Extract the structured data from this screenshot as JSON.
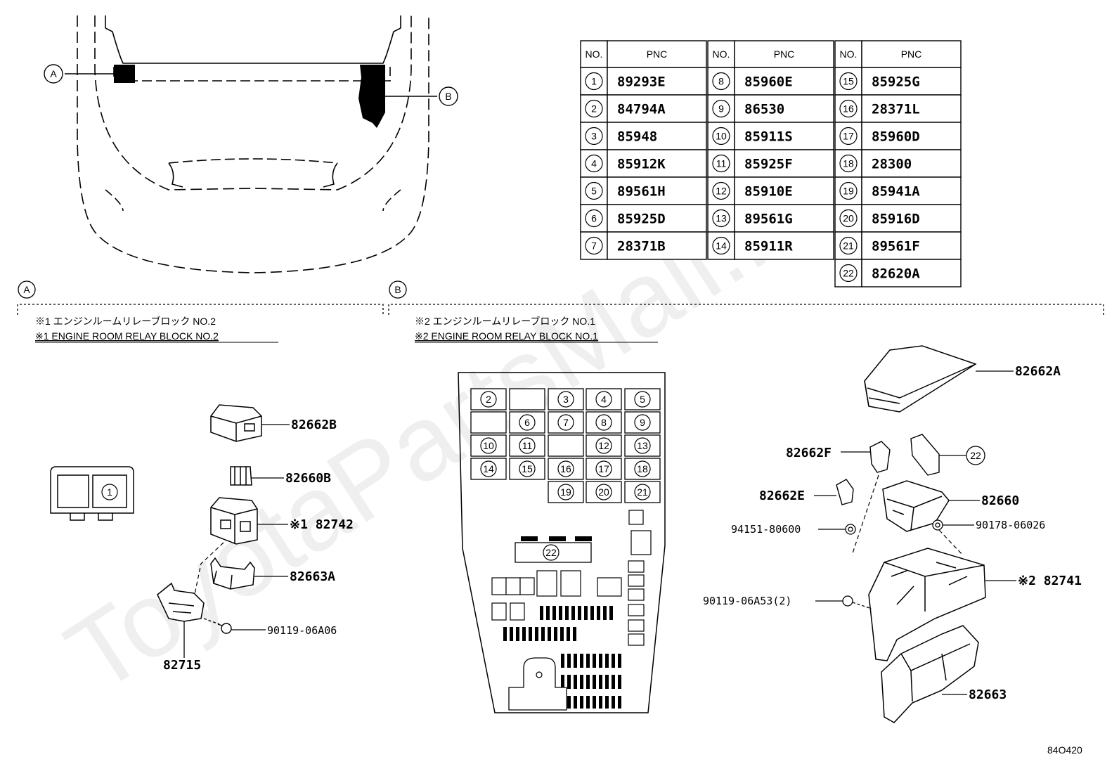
{
  "watermark": "ToyotaPartsMall.ru",
  "diagram_code": "84O420",
  "location_labels": {
    "a": "A",
    "b": "B"
  },
  "table": {
    "headers": {
      "no": "NO.",
      "pnc": "PNC"
    },
    "rows": [
      {
        "no": "1",
        "pnc": "89293E"
      },
      {
        "no": "2",
        "pnc": "84794A"
      },
      {
        "no": "3",
        "pnc": "85948"
      },
      {
        "no": "4",
        "pnc": "85912K"
      },
      {
        "no": "5",
        "pnc": "89561H"
      },
      {
        "no": "6",
        "pnc": "85925D"
      },
      {
        "no": "7",
        "pnc": "28371B"
      },
      {
        "no": "8",
        "pnc": "85960E"
      },
      {
        "no": "9",
        "pnc": "86530"
      },
      {
        "no": "10",
        "pnc": "85911S"
      },
      {
        "no": "11",
        "pnc": "85925F"
      },
      {
        "no": "12",
        "pnc": "85910E"
      },
      {
        "no": "13",
        "pnc": "89561G"
      },
      {
        "no": "14",
        "pnc": "85911R"
      },
      {
        "no": "15",
        "pnc": "85925G"
      },
      {
        "no": "16",
        "pnc": "28371L"
      },
      {
        "no": "17",
        "pnc": "85960D"
      },
      {
        "no": "18",
        "pnc": "28300"
      },
      {
        "no": "19",
        "pnc": "85941A"
      },
      {
        "no": "20",
        "pnc": "85916D"
      },
      {
        "no": "21",
        "pnc": "89561F"
      },
      {
        "no": "22",
        "pnc": "82620A"
      }
    ]
  },
  "section_a": {
    "label": "A",
    "note_jp": "※1 エンジンルームリレーブロック NO.2",
    "note_en": "※1 ENGINE ROOM RELAY BLOCK NO.2",
    "parts": {
      "p82662B": "82662B",
      "p82660B": "82660B",
      "p82742": "※1 82742",
      "p82663A": "82663A",
      "p90119_06A06": "90119-06A06",
      "p82715": "82715"
    },
    "fuse_cell": "1"
  },
  "section_b": {
    "label": "B",
    "note_jp": "※2 エンジンルームリレーブロック NO.1",
    "note_en": "※2 ENGINE ROOM RELAY BLOCK NO.1",
    "parts": {
      "p82662A": "82662A",
      "p82662F": "82662F",
      "p22": "22",
      "p82662E": "82662E",
      "p82660": "82660",
      "p94151": "94151-80600",
      "p90178": "90178-06026",
      "p90119_06A53": "90119-06A53(2)",
      "p82741": "※2 82741",
      "p82663": "82663"
    },
    "fuse_cells": [
      "2",
      "3",
      "4",
      "5",
      "6",
      "7",
      "8",
      "9",
      "10",
      "11",
      "12",
      "13",
      "14",
      "15",
      "16",
      "17",
      "18",
      "19",
      "20",
      "21",
      "22"
    ]
  }
}
